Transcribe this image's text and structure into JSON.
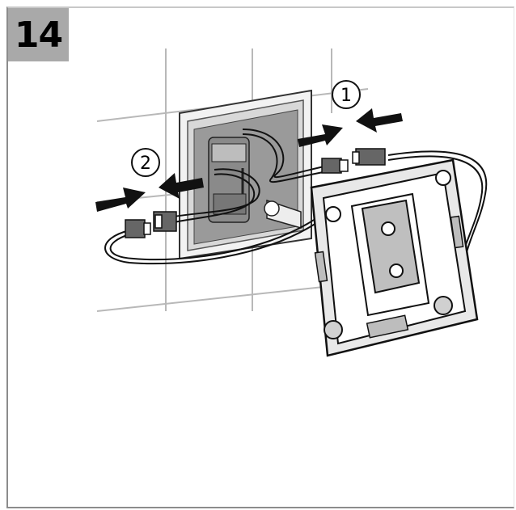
{
  "step": {
    "number": "14"
  },
  "callouts": [
    {
      "id": "1",
      "label": "1"
    },
    {
      "id": "2",
      "label": "2"
    }
  ],
  "colors": {
    "badge": "#a9a9a9",
    "line": "#000000",
    "tile_line": "#b5b5b5",
    "box_gray": "#8e8e8e"
  }
}
